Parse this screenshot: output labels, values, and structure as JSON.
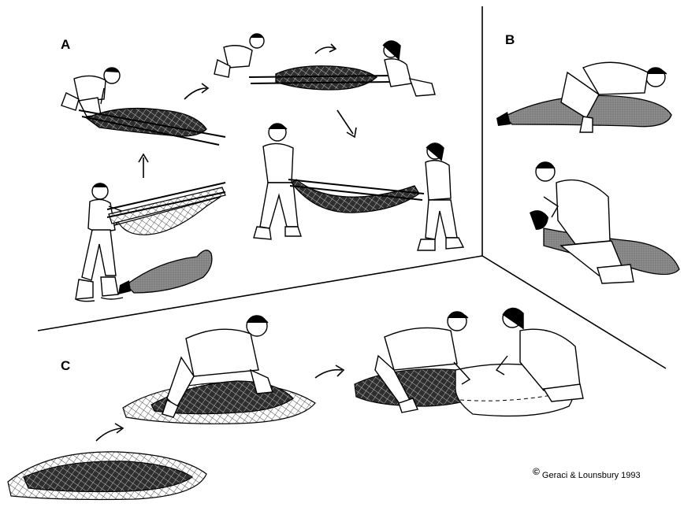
{
  "panels": {
    "a_label": "A",
    "b_label": "B",
    "c_label": "C"
  },
  "credit": {
    "symbol": "©",
    "text": "Geraci & Lounsbury 1993"
  },
  "colors": {
    "ink": "#000000",
    "seal_fill": "#8c8c8c",
    "net_fill": "#3a3a3a",
    "background": "#ffffff"
  }
}
